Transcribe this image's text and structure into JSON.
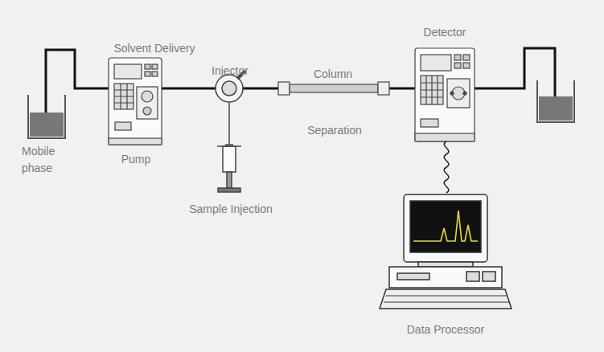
{
  "diagram": {
    "labels": [
      "Solvent Delivery",
      "Injector",
      "Column",
      "Detector",
      "Separation",
      "Mobile phase",
      "Pump",
      "Sample Injection",
      "Data Processor"
    ]
  }
}
